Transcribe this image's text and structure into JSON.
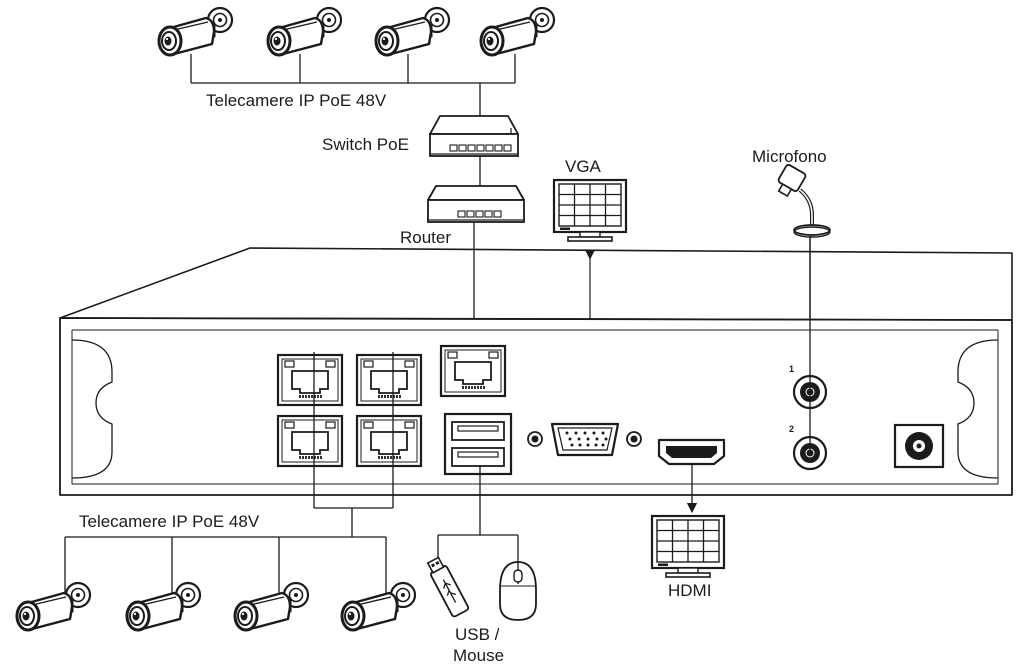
{
  "labels": {
    "cameras_top": "Telecamere IP PoE 48V",
    "switch": "Switch PoE",
    "router": "Router",
    "vga": "VGA",
    "microphone": "Microfono",
    "cameras_bottom": "Telecamere IP PoE 48V",
    "usb_line1": "USB /",
    "usb_line2": "Mouse",
    "hdmi": "HDMI",
    "audio_port_1": "1",
    "audio_port_2": "2"
  },
  "icons": {
    "camera": "bullet-camera-icon",
    "switch": "poe-switch-icon",
    "router": "router-icon",
    "monitor": "monitor-icon",
    "microphone": "microphone-icon",
    "usb": "usb-stick-icon",
    "mouse": "mouse-icon"
  },
  "colors": {
    "line": "#1b1b1b",
    "background": "#ffffff"
  }
}
